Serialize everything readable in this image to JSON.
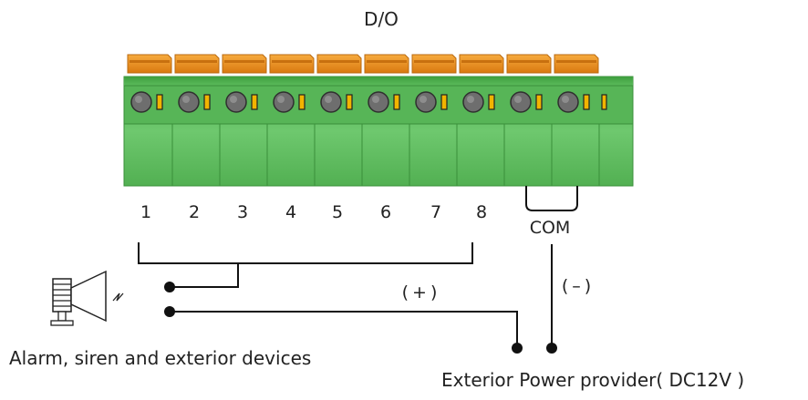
{
  "title": "D/O",
  "terminal_numbers": [
    "1",
    "2",
    "3",
    "4",
    "5",
    "6",
    "7",
    "8"
  ],
  "com_label": "COM",
  "plus_label": "(+)",
  "minus_label": "(–)",
  "device_label": "Alarm, siren and exterior devices",
  "power_label": "Exterior Power provider( DC12V )",
  "colors": {
    "terminal_green": "#5fb95f",
    "terminal_green_dark": "#3f9a3f",
    "lever_orange": "#f0961e",
    "screw_gray": "#6e6e6e",
    "contact_yellow": "#f2b400",
    "wire": "#111111"
  },
  "icons": {
    "device": "siren-horn-icon"
  }
}
